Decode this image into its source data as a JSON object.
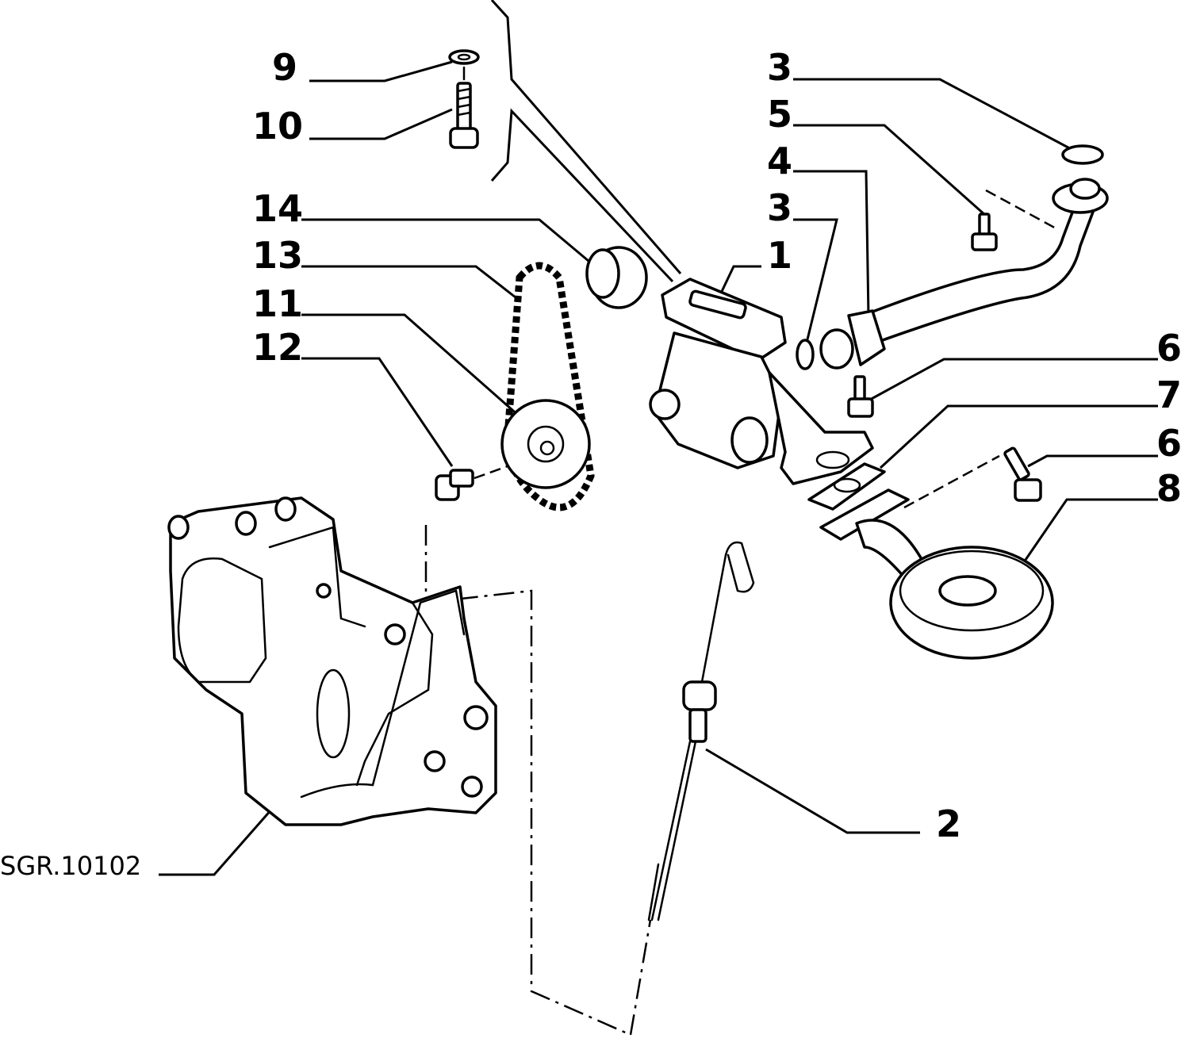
{
  "drawing_code": "SGR.10102",
  "callouts": [
    {
      "id": "c9",
      "label": "9"
    },
    {
      "id": "c10",
      "label": "10"
    },
    {
      "id": "c14",
      "label": "14"
    },
    {
      "id": "c13",
      "label": "13"
    },
    {
      "id": "c11",
      "label": "11"
    },
    {
      "id": "c12",
      "label": "12"
    },
    {
      "id": "c3a",
      "label": "3"
    },
    {
      "id": "c5",
      "label": "5"
    },
    {
      "id": "c4",
      "label": "4"
    },
    {
      "id": "c3b",
      "label": "3"
    },
    {
      "id": "c1",
      "label": "1"
    },
    {
      "id": "c6a",
      "label": "6"
    },
    {
      "id": "c7",
      "label": "7"
    },
    {
      "id": "c6b",
      "label": "6"
    },
    {
      "id": "c8",
      "label": "8"
    },
    {
      "id": "c2",
      "label": "2"
    }
  ]
}
